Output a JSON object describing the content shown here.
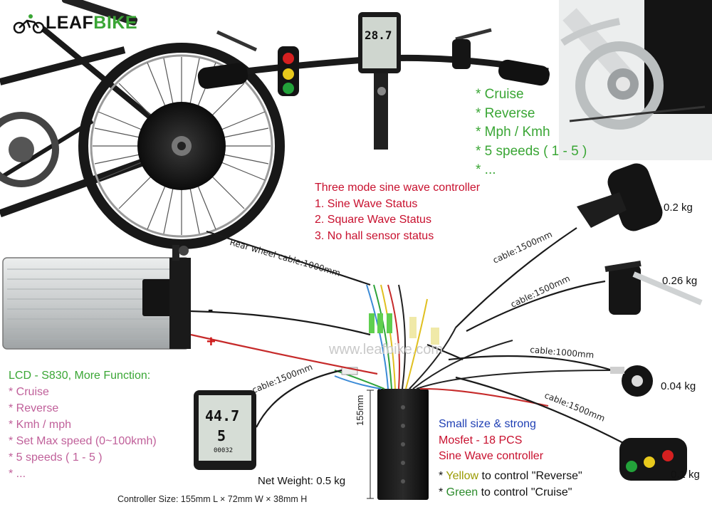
{
  "brand": {
    "leaf": "LEAF",
    "bike": "BIKE"
  },
  "display_features": [
    "* Cruise",
    "* Reverse",
    "* Mph / Kmh",
    "* 5 speeds ( 1 - 5 )",
    "* ..."
  ],
  "controller_modes": {
    "title": "Three mode sine wave controller",
    "items": [
      "1. Sine Wave Status",
      "2. Square Wave Status",
      "3. No hall sensor status"
    ]
  },
  "lcd_panel": {
    "title": "LCD - S830, More Function:",
    "items": [
      "* Cruise",
      "* Reverse",
      "* Kmh / mph",
      "* Set Max speed (0~100kmh)",
      "* 5 speeds ( 1 - 5 )",
      "* ..."
    ]
  },
  "cables": {
    "rear_wheel": "Rear wheel cable:1000mm",
    "throttle": "cable:1500mm",
    "brake": "cable:1500mm",
    "pas": "cable:1000mm",
    "switch": "cable:1500mm",
    "lcd": "cable:1500mm"
  },
  "weights": {
    "throttle": "0.2 kg",
    "brake": "0.26 kg",
    "pas": "0.04 kg",
    "switch": "0.1 kg",
    "net": "Net Weight: 0.5 kg"
  },
  "controller": {
    "line1": "Small size & strong",
    "line2": "Mosfet - 18 PCS",
    "line3": "Sine Wave controller",
    "height_label": "155mm",
    "size": "Controller Size: 155mm L × 72mm W × 38mm H",
    "legend_yellow_a": "* ",
    "legend_yellow_b": "Yellow",
    "legend_yellow_c": " to control \"Reverse\"",
    "legend_green_a": "* ",
    "legend_green_b": "Green",
    "legend_green_c": " to control \"Cruise\""
  },
  "battery": {
    "minus": "-",
    "plus": "+"
  },
  "watermark": "www.leafbike.com",
  "display_small": {
    "speed": "28.7",
    "speed2": "44.7",
    "level": "5",
    "odo": "00032"
  },
  "colors": {
    "green": "#3aa635",
    "red": "#c8102e",
    "blue": "#1f3fb4",
    "pink": "#c0609a"
  }
}
